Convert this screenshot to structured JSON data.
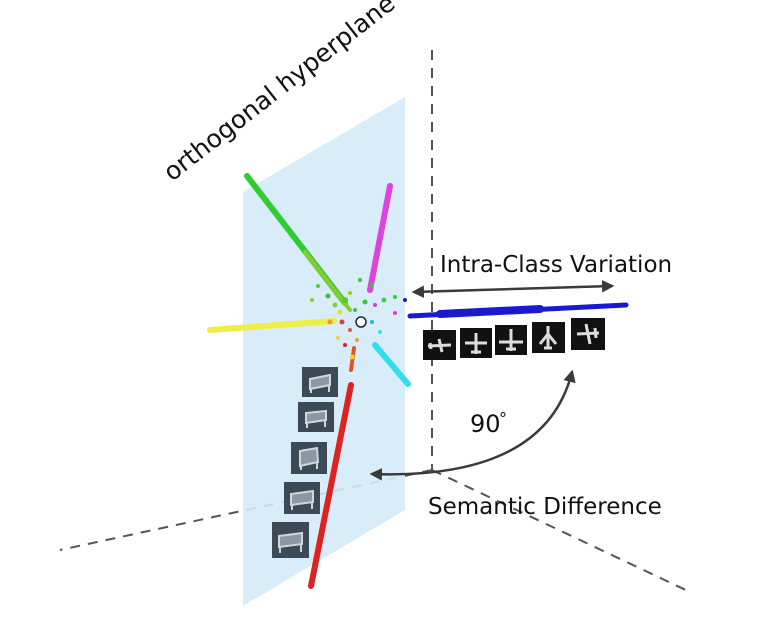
{
  "labels": {
    "hyperplane": "orthogonal hyperplane",
    "intra_class": "Intra-Class Variation",
    "angle": "90",
    "angle_unit": "°",
    "semantic": "Semantic Difference"
  },
  "colors": {
    "plane_fill": "#d4ebf8",
    "axis": "#555555",
    "arrow": "#3a3a3a",
    "blue": "#1a1acc",
    "red": "#dd2222",
    "green": "#30cc30",
    "yellow": "#eeee44",
    "magenta": "#dd44dd",
    "cyan": "#33ddee",
    "thumb_dark": "#111111",
    "thumb_slate": "#3c4a55"
  },
  "icons": {
    "airplane_thumbnails": [
      "airplane-icon",
      "airplane-icon",
      "airplane-icon",
      "airplane-icon",
      "airplane-icon"
    ],
    "chair_thumbnails": [
      "chair-icon",
      "chair-icon",
      "chair-icon",
      "chair-icon",
      "chair-icon"
    ],
    "origin": "origin-circle-icon"
  }
}
